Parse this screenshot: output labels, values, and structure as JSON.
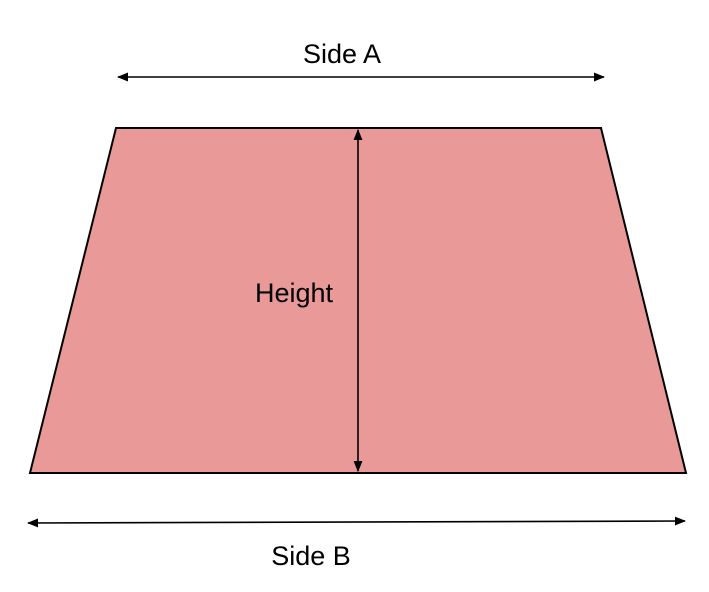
{
  "diagram": {
    "labels": {
      "side_a": "Side A",
      "side_b": "Side B",
      "height": "Height"
    },
    "colors": {
      "shape_fill": "#ea9999",
      "stroke": "#000000",
      "background": "#ffffff"
    }
  }
}
